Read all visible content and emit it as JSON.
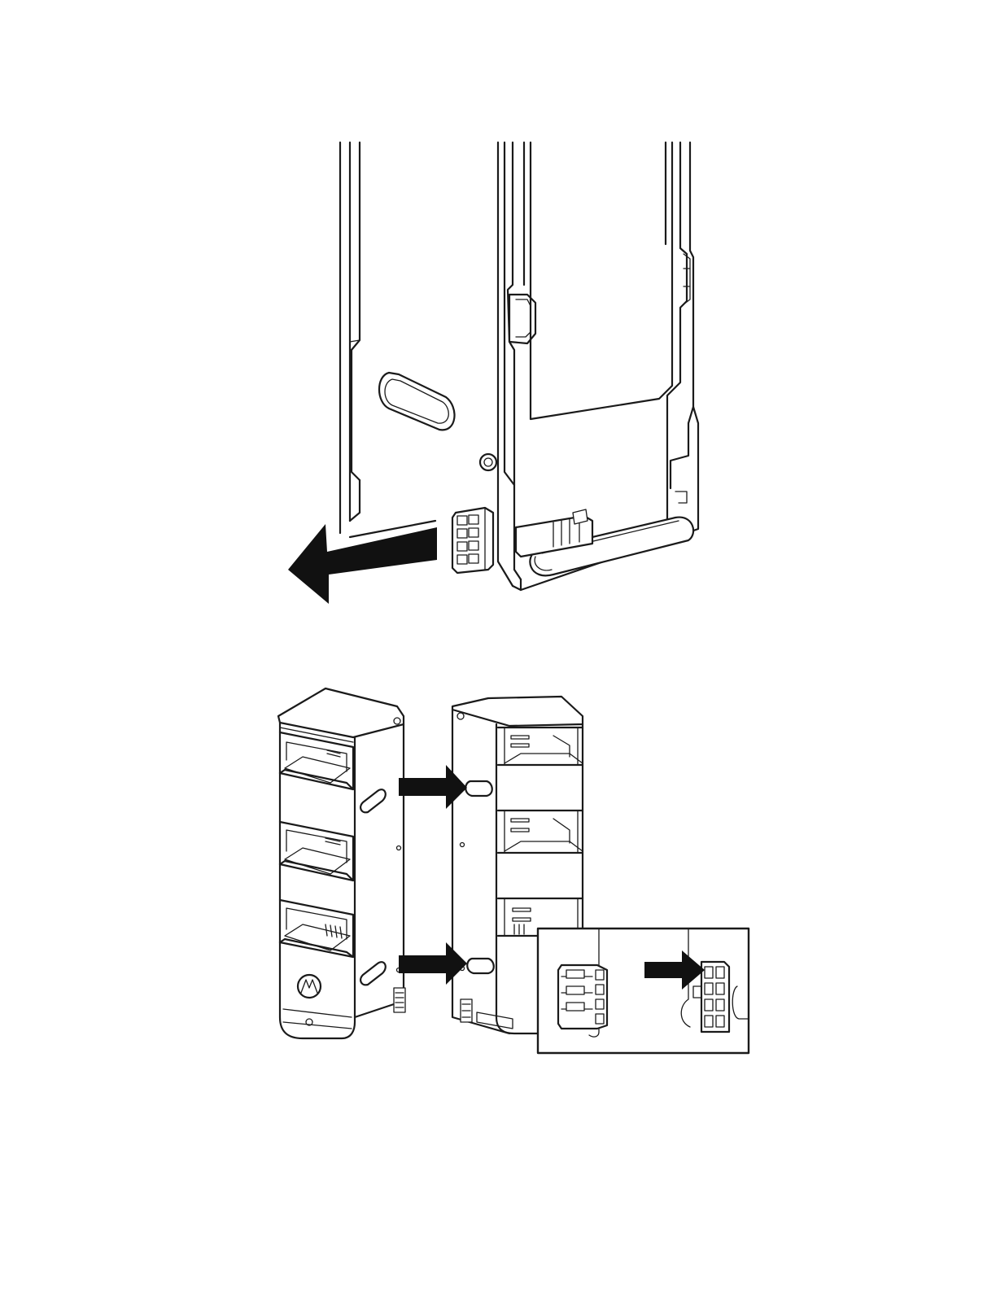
{
  "figures": [
    {
      "id": "top",
      "arrow_direction": "left"
    },
    {
      "id": "bottom",
      "arrow_direction": "right",
      "arrow_count": 2
    },
    {
      "id": "inset",
      "arrow_direction": "right"
    }
  ],
  "colors": {
    "line": "#1a1a1a",
    "arrow": "#111111",
    "background": "#ffffff"
  },
  "icons": [
    "remove-arrow-icon",
    "attach-arrow-icon",
    "connector-arrow-icon",
    "brand-logo-icon"
  ]
}
